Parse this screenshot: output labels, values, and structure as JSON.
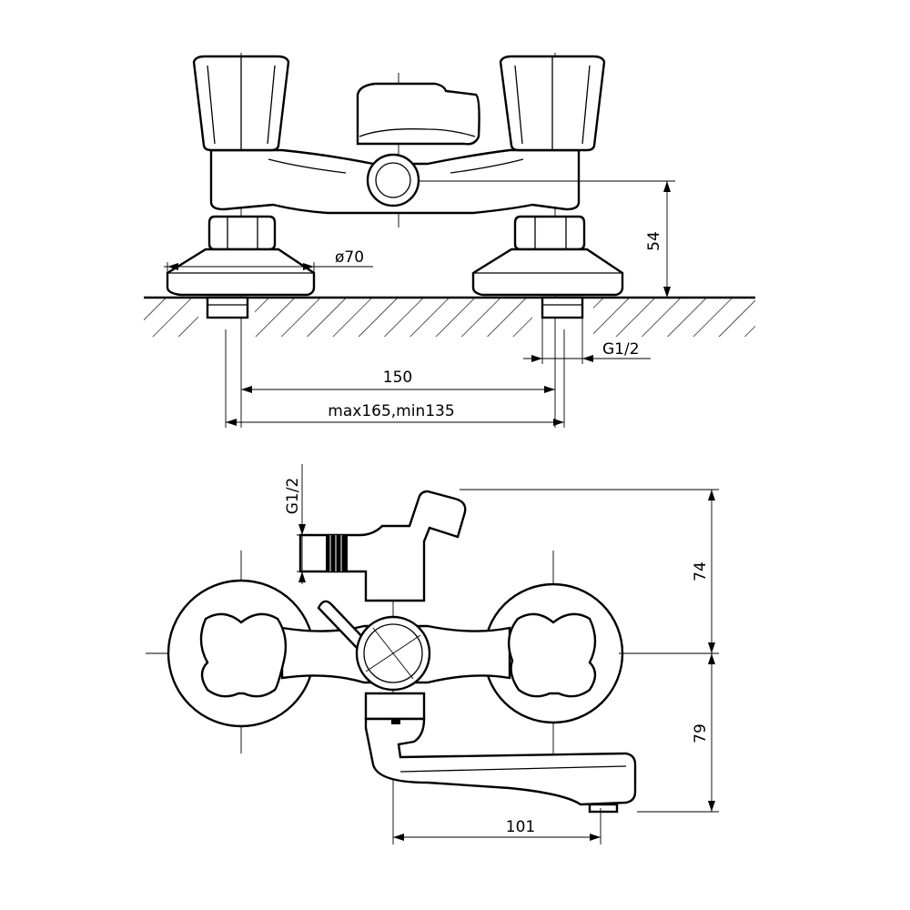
{
  "dimensions": {
    "top_height": "54",
    "flange_diameter": "ø70",
    "thread_top": "G1/2",
    "center_distance": "150",
    "adjust_range": "max165,min135",
    "thread_side": "G1/2",
    "side_upper": "74",
    "side_lower": "79",
    "spout_reach": "101"
  }
}
